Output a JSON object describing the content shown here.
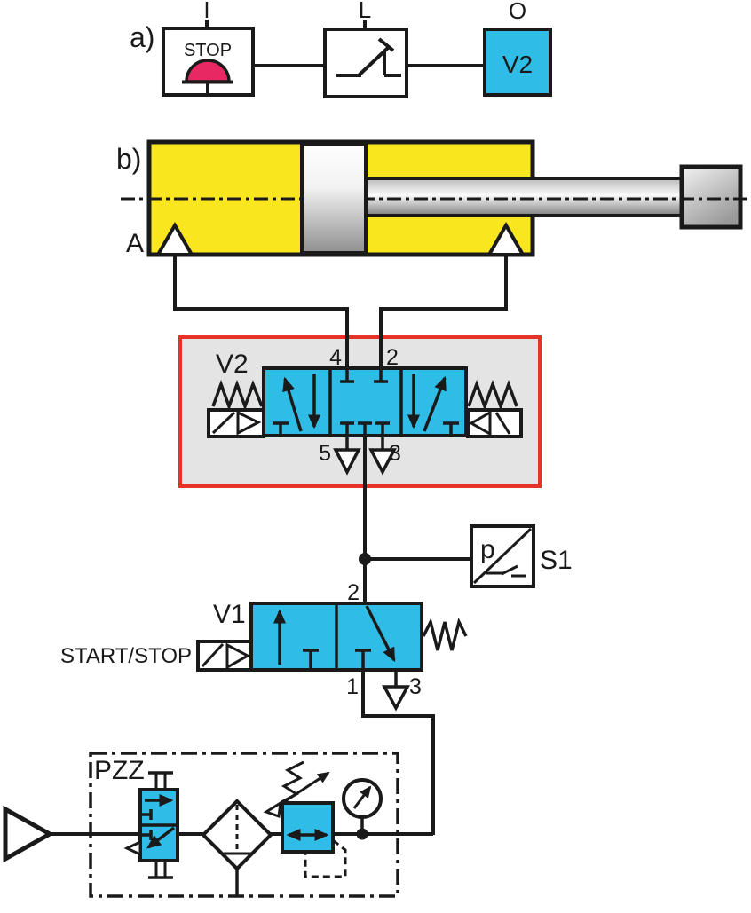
{
  "colors": {
    "cyan": "#2fbce6",
    "yellow": "#f9e61f",
    "pink": "#e82863",
    "red": "#e6332a",
    "panel_gray": "#e4e4e4",
    "line_black": "#1a1a1a"
  },
  "logic_diagram": {
    "section_label": "a)",
    "input_label": "I",
    "input_text": "STOP",
    "logic_label": "L",
    "output_label": "O",
    "output_text": "V2"
  },
  "cylinder": {
    "section_label": "b)",
    "port_label": "A"
  },
  "valve_v2": {
    "label": "V2",
    "port_4": "4",
    "port_2": "2",
    "port_5": "5",
    "port_3": "3"
  },
  "sensor_s1": {
    "symbol": "p",
    "label": "S1"
  },
  "valve_v1": {
    "label": "V1",
    "actuator_label": "START/STOP",
    "port_2": "2",
    "port_1": "1",
    "port_3": "3"
  },
  "air_service_unit": {
    "label": "PZZ"
  }
}
